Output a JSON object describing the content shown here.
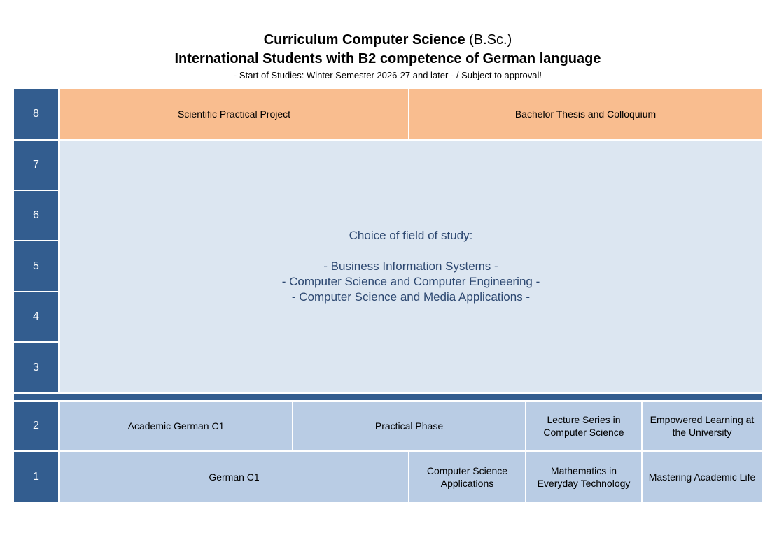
{
  "header": {
    "title_bold": "Curriculum Computer Science",
    "title_degree": "(B.Sc.)",
    "subtitle": "International Students with B2 competence of German language",
    "note": "- Start of Studies: Winter Semester 2026-27 and later - / Subject to approval!"
  },
  "semesters": [
    "8",
    "7",
    "6",
    "5",
    "4",
    "3",
    "2",
    "1"
  ],
  "row8": [
    "Scientific Practical Project",
    "Bachelor Thesis and Colloquium"
  ],
  "fields": {
    "heading": "Choice of field of study:",
    "options": [
      "- Business Information Systems -",
      "- Computer Science and Computer Engineering -",
      "- Computer Science and Media Applications -"
    ]
  },
  "row2": [
    "Academic German C1",
    "Practical Phase",
    "Lecture Series in Computer Science",
    "Empowered Learning at the University"
  ],
  "row1": [
    "German C1",
    "Computer Science Applications",
    "Mathematics in Everyday Technology",
    "Mastering Academic Life"
  ],
  "colors": {
    "semester": "#335d8f",
    "final": "#f9bd8f",
    "fields": "#dce6f1",
    "modules": "#b9cce4"
  }
}
